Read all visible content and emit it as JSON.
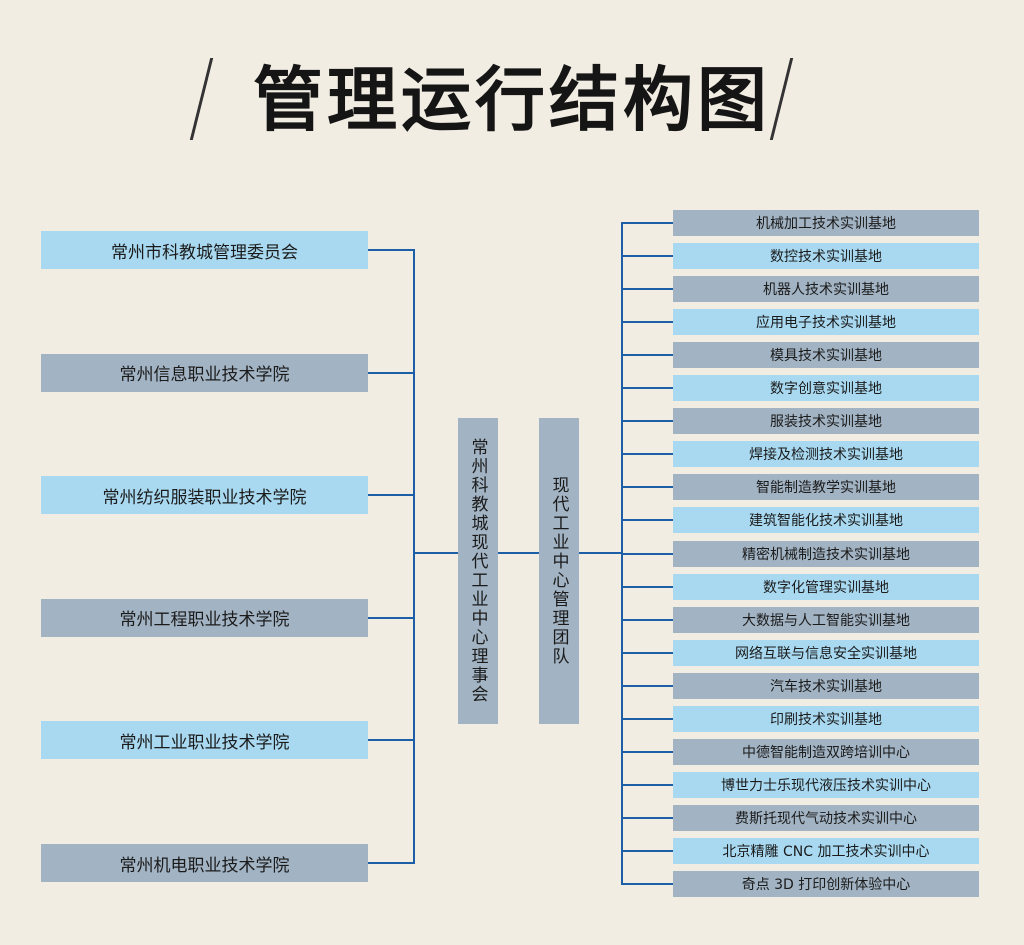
{
  "title": "管理运行结构图",
  "colors": {
    "background": "#f2ede3",
    "box_light": "#a8d9f1",
    "box_gray": "#a2b3c3",
    "connector": "#1d5fa6"
  },
  "left_nodes": [
    {
      "label": "常州市科教城管理委员会",
      "style": "light"
    },
    {
      "label": "常州信息职业技术学院",
      "style": "gray"
    },
    {
      "label": "常州纺织服装职业技术学院",
      "style": "light"
    },
    {
      "label": "常州工程职业技术学院",
      "style": "gray"
    },
    {
      "label": "常州工业职业技术学院",
      "style": "light"
    },
    {
      "label": "常州机电职业技术学院",
      "style": "gray"
    }
  ],
  "center_board": "常州科教城现代工业中心理事会",
  "center_team": "现代工业中心管理团队",
  "right_nodes": [
    {
      "label": "机械加工技术实训基地",
      "style": "gray"
    },
    {
      "label": "数控技术实训基地",
      "style": "light"
    },
    {
      "label": "机器人技术实训基地",
      "style": "gray"
    },
    {
      "label": "应用电子技术实训基地",
      "style": "light"
    },
    {
      "label": "模具技术实训基地",
      "style": "gray"
    },
    {
      "label": "数字创意实训基地",
      "style": "light"
    },
    {
      "label": "服装技术实训基地",
      "style": "gray"
    },
    {
      "label": "焊接及检测技术实训基地",
      "style": "light"
    },
    {
      "label": "智能制造教学实训基地",
      "style": "gray"
    },
    {
      "label": "建筑智能化技术实训基地",
      "style": "light"
    },
    {
      "label": "精密机械制造技术实训基地",
      "style": "gray"
    },
    {
      "label": "数字化管理实训基地",
      "style": "light"
    },
    {
      "label": "大数据与人工智能实训基地",
      "style": "gray"
    },
    {
      "label": "网络互联与信息安全实训基地",
      "style": "light"
    },
    {
      "label": "汽车技术实训基地",
      "style": "gray"
    },
    {
      "label": "印刷技术实训基地",
      "style": "light"
    },
    {
      "label": "中德智能制造双跨培训中心",
      "style": "gray"
    },
    {
      "label": "博世力士乐现代液压技术实训中心",
      "style": "light"
    },
    {
      "label": "费斯托现代气动技术实训中心",
      "style": "gray"
    },
    {
      "label": "北京精雕 CNC 加工技术实训中心",
      "style": "light"
    },
    {
      "label": "奇点 3D 打印创新体验中心",
      "style": "gray"
    }
  ]
}
